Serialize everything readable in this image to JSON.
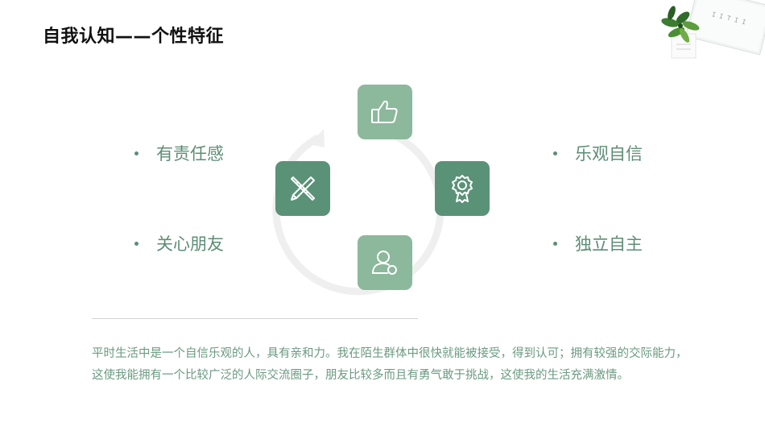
{
  "title": "自我认知——个性特征",
  "traits": {
    "top_left": "有责任感",
    "bottom_left": "关心朋友",
    "top_right": "乐观自信",
    "bottom_right": "独立自主"
  },
  "description": "平时生活中是一个自信乐观的人，具有亲和力。我在陌生群体中很快就能被接受，得到认可；拥有较强的交际能力，这使我能拥有一个比较广泛的人际交流圈子，朋友比较多而且有勇气敢于挑战，这使我的生活充满激情。",
  "colors": {
    "tile_light": "#8cb89c",
    "tile_dark": "#5a9278",
    "accent_text": "#5e8d76",
    "paragraph_text": "#6b9a82"
  },
  "icons": [
    "thumbs-up-icon",
    "gear-badge-icon",
    "user-icon",
    "pencil-ruler-icon"
  ]
}
